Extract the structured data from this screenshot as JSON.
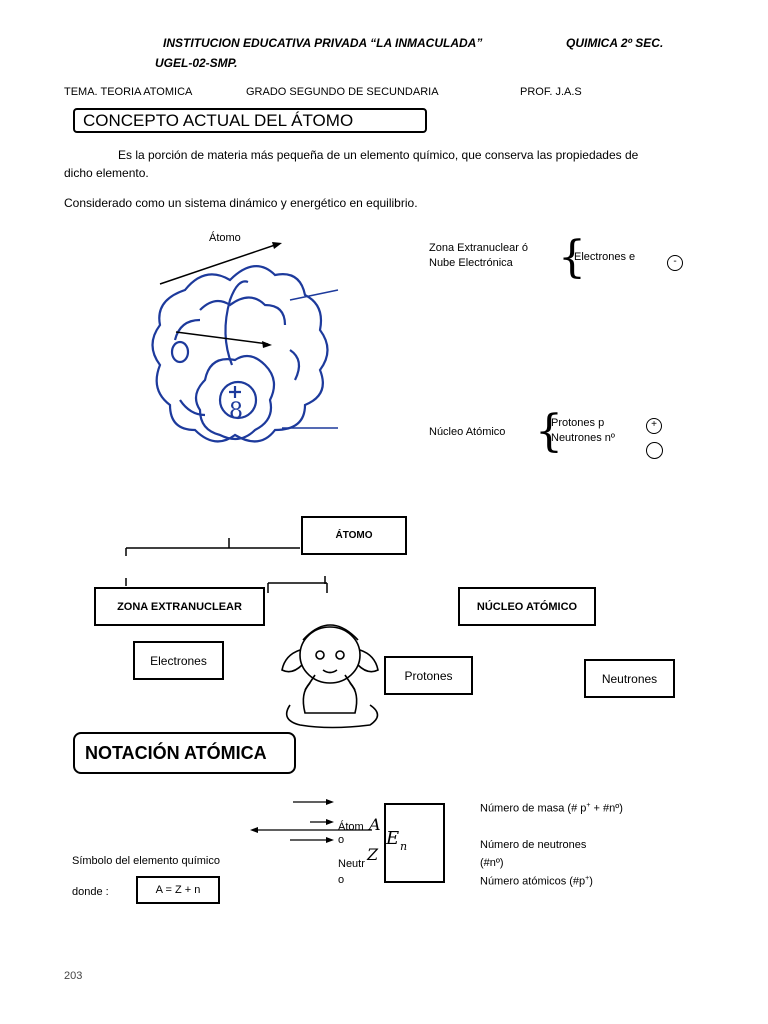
{
  "header": {
    "institution": "INSTITUCION EDUCATIVA PRIVADA  “LA INMACULADA”",
    "course": "QUIMICA  2º SEC.",
    "ugel": "UGEL-02-SMP.",
    "topic": "TEMA. TEORIA ATOMICA",
    "grade": "GRADO SEGUNDO DE SECUNDARIA",
    "professor": "PROF. J.A.S"
  },
  "section1": {
    "title": "CONCEPTO ACTUAL DEL ÁTOMO",
    "paragraph_line1": "Es la porción de materia más pequeña de un elemento químico, que conserva las propiedades de",
    "paragraph_line2": "dicho elemento.",
    "paragraph2": "Considerado como un sistema dinámico y energético en equilibrio."
  },
  "atom_figure": {
    "label": "Átomo",
    "zone_line1": "Zona Extranuclear ó",
    "zone_line2": "Nube Electrónica",
    "electrons": "Electrones e",
    "electron_sign": "-",
    "nucleus": "Núcleo Atómico",
    "protons": "Protones p",
    "proton_sign": "+",
    "neutrons": "Neutrones nº"
  },
  "tree": {
    "root": "ÁTOMO",
    "left": "ZONA EXTRANUCLEAR",
    "right": "NÚCLEO ATÓMICO",
    "electrons": "Electrones",
    "protons": "Protones",
    "neutrons": "Neutrones"
  },
  "section2": {
    "title": "NOTACIÓN ATÓMICA",
    "mass_number": "Número de masa (# p",
    "mass_number_sup": "+",
    "mass_number_tail": " + #nº)",
    "neutron_number_line1": "Número de neutrones",
    "neutron_number_line2": "(#nº)",
    "atomic_number": "Número atómicos (#p",
    "atomic_number_sup": "+",
    "atomic_number_tail": ")",
    "element_symbol_label": "Símbolo del elemento químico",
    "where_label": "donde :",
    "formula": "A = Z + n",
    "atom_word_1": "Átom",
    "atom_word_2": "o",
    "neutro_word_1": "Neutr",
    "neutro_word_2": "o",
    "symbol_A": "A",
    "symbol_E": "E",
    "symbol_n": "n",
    "symbol_Z": "Z"
  },
  "footer": {
    "page_number": "203"
  }
}
